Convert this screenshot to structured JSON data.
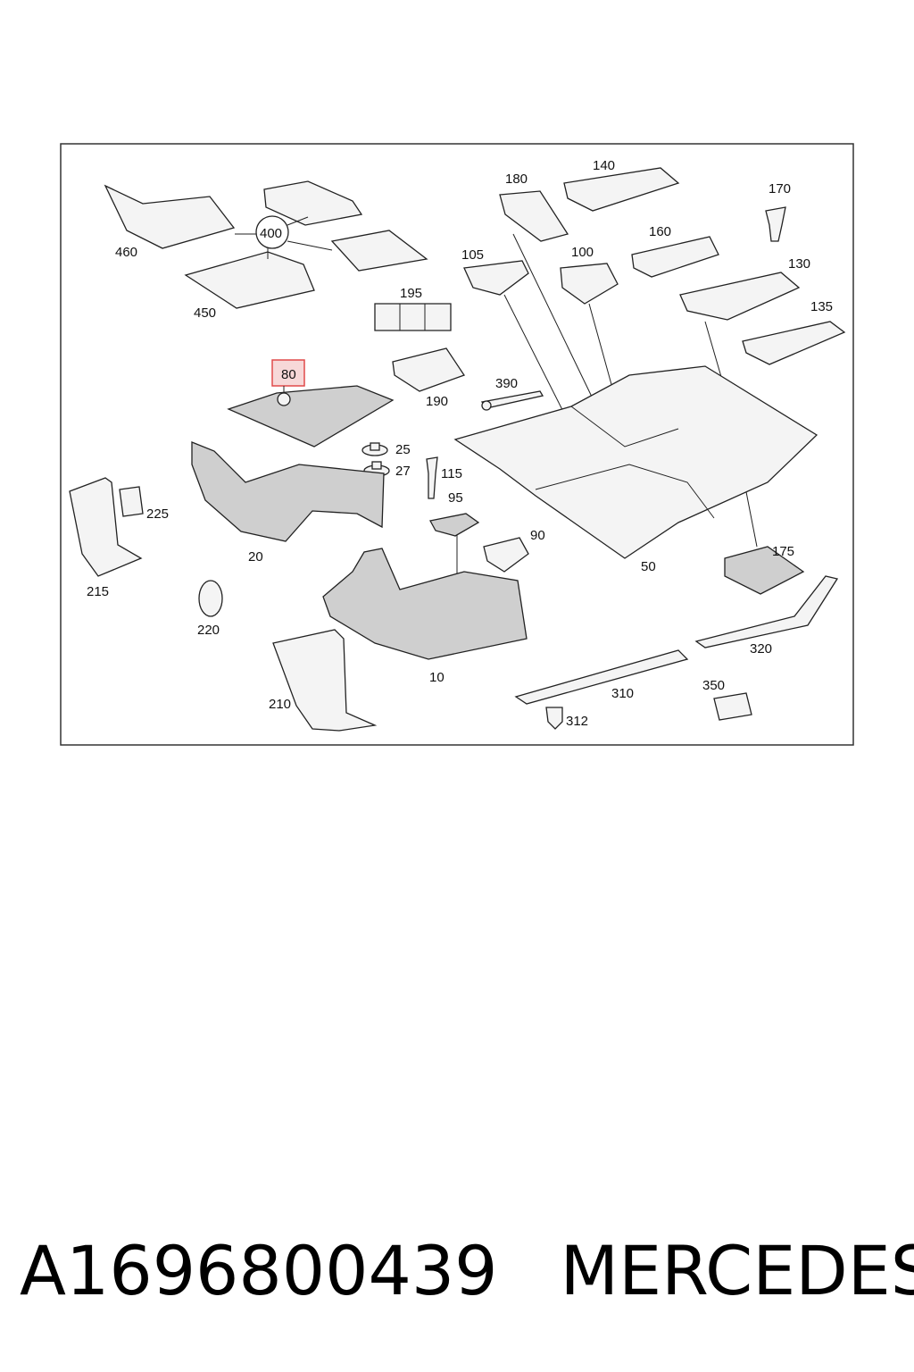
{
  "diagram": {
    "frame_color": "#333333",
    "highlight_color": "#e04a4a",
    "highlighted_label": "80",
    "circled_label": "400",
    "labels": [
      {
        "id": "l460",
        "text": "460"
      },
      {
        "id": "l400",
        "text": "400"
      },
      {
        "id": "l450",
        "text": "450"
      },
      {
        "id": "l180",
        "text": "180"
      },
      {
        "id": "l140",
        "text": "140"
      },
      {
        "id": "l170",
        "text": "170"
      },
      {
        "id": "l105",
        "text": "105"
      },
      {
        "id": "l100",
        "text": "100"
      },
      {
        "id": "l160",
        "text": "160"
      },
      {
        "id": "l130",
        "text": "130"
      },
      {
        "id": "l135",
        "text": "135"
      },
      {
        "id": "l195",
        "text": "195"
      },
      {
        "id": "l80",
        "text": "80"
      },
      {
        "id": "l190",
        "text": "190"
      },
      {
        "id": "l390",
        "text": "390"
      },
      {
        "id": "l25",
        "text": "25"
      },
      {
        "id": "l27",
        "text": "27"
      },
      {
        "id": "l115",
        "text": "115"
      },
      {
        "id": "l95",
        "text": "95"
      },
      {
        "id": "l90",
        "text": "90"
      },
      {
        "id": "l225",
        "text": "225"
      },
      {
        "id": "l20",
        "text": "20"
      },
      {
        "id": "l215",
        "text": "215"
      },
      {
        "id": "l220",
        "text": "220"
      },
      {
        "id": "l50",
        "text": "50"
      },
      {
        "id": "l175",
        "text": "175"
      },
      {
        "id": "l320",
        "text": "320"
      },
      {
        "id": "l10",
        "text": "10"
      },
      {
        "id": "l310",
        "text": "310"
      },
      {
        "id": "l350",
        "text": "350"
      },
      {
        "id": "l210",
        "text": "210"
      },
      {
        "id": "l312",
        "text": "312"
      }
    ]
  },
  "footer": {
    "part_number": "A1696800439",
    "brand": "MERCEDES"
  }
}
